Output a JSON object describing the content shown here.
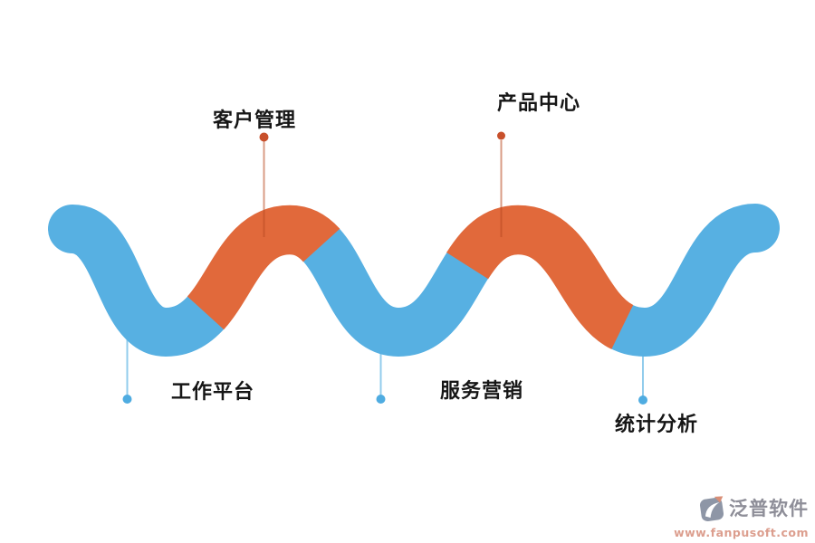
{
  "background": "#FFFFFF",
  "palette": {
    "wave_blue": "#57B0E2",
    "wave_orange": "#E1693B",
    "dot_orange": "#C8502B",
    "dot_blue": "#4FACE1",
    "label_text": "#161616",
    "watermark_gray": "#8E8E98",
    "watermark_url": "#DC9E8E"
  },
  "diagram": {
    "type": "wave-flow",
    "nodes": [
      {
        "id": "customer-management",
        "label": "客户管理",
        "segment_color": "orange",
        "label_position": "top"
      },
      {
        "id": "product-center",
        "label": "产品中心",
        "segment_color": "orange",
        "label_position": "top"
      },
      {
        "id": "work-platform",
        "label": "工作平台",
        "segment_color": "blue",
        "label_position": "bottom"
      },
      {
        "id": "service-marketing",
        "label": "服务营销",
        "segment_color": "blue",
        "label_position": "bottom"
      },
      {
        "id": "statistics-analysis",
        "label": "统计分析",
        "segment_color": "blue",
        "label_position": "bottom"
      }
    ]
  },
  "watermark": {
    "brand": "泛普软件",
    "url": "www.fanpusoft.com",
    "logo": "fanpu-logo"
  }
}
